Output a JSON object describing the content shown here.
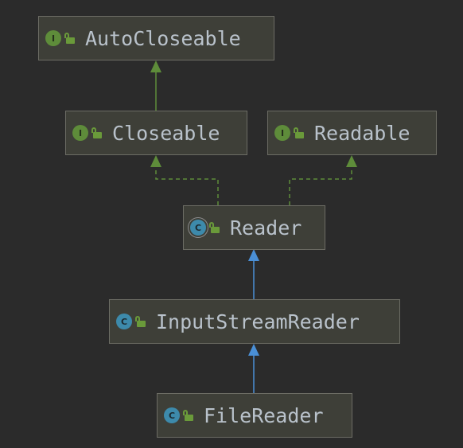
{
  "diagram": {
    "nodes": [
      {
        "id": "autocloseable",
        "label": "AutoCloseable",
        "kind": "interface",
        "badge": "I",
        "icon": "interface-icon"
      },
      {
        "id": "closeable",
        "label": "Closeable",
        "kind": "interface",
        "badge": "I",
        "icon": "interface-icon"
      },
      {
        "id": "readable",
        "label": "Readable",
        "kind": "interface",
        "badge": "I",
        "icon": "interface-icon"
      },
      {
        "id": "reader",
        "label": "Reader",
        "kind": "abstract-class",
        "badge": "C",
        "icon": "abstract-class-icon"
      },
      {
        "id": "inputstreamreader",
        "label": "InputStreamReader",
        "kind": "class",
        "badge": "C",
        "icon": "class-icon"
      },
      {
        "id": "filereader",
        "label": "FileReader",
        "kind": "class",
        "badge": "C",
        "icon": "class-icon"
      }
    ],
    "edges": [
      {
        "from": "closeable",
        "to": "autocloseable",
        "type": "extends-interface"
      },
      {
        "from": "reader",
        "to": "closeable",
        "type": "implements"
      },
      {
        "from": "reader",
        "to": "readable",
        "type": "implements"
      },
      {
        "from": "inputstreamreader",
        "to": "reader",
        "type": "extends"
      },
      {
        "from": "filereader",
        "to": "inputstreamreader",
        "type": "extends"
      }
    ],
    "colors": {
      "background": "#2b2b2b",
      "interface_arrow": "#5e8c3a",
      "extends_arrow": "#4a8fd6",
      "interface_badge": "#5e8c3a",
      "class_badge": "#3d8aab",
      "text": "#b9c2cb"
    }
  }
}
